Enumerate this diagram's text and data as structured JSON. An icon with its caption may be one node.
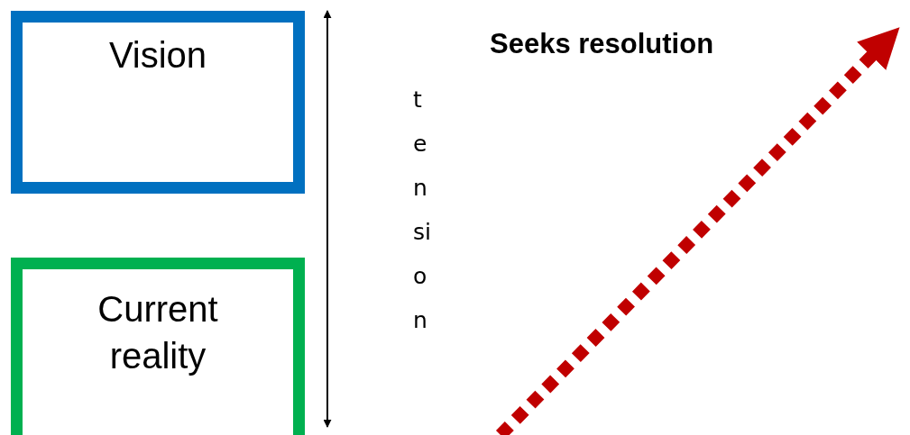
{
  "diagram": {
    "nodes": [
      {
        "text": [
          "Vision"
        ]
      },
      {
        "text": [
          "Current reality"
        ]
      }
    ],
    "labels": [
      "tension",
      "Seeks resolution"
    ]
  }
}
